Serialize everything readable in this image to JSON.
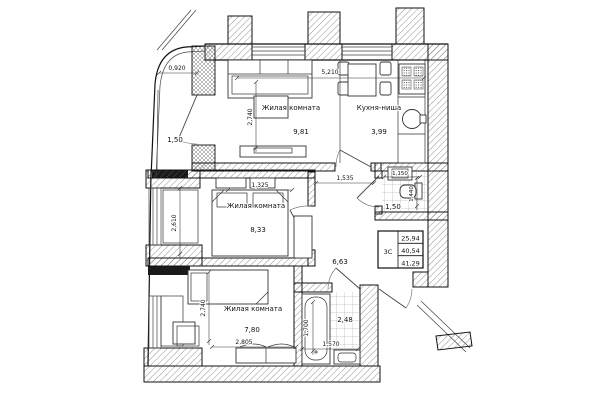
{
  "rooms": {
    "living": {
      "name": "Жилая комната",
      "area": "9,81"
    },
    "kitchen": {
      "name": "Кухня-ниша",
      "area": "3,99"
    },
    "bedroom1": {
      "name": "Жилая комната",
      "area": "8,33"
    },
    "bedroom2": {
      "name": "Жилая комната",
      "area": "7,80"
    },
    "hall": {
      "area": "6,63"
    },
    "wc": {
      "area": "1,50"
    },
    "bath": {
      "area": "2,48"
    },
    "balcony": {
      "area": "1,50"
    }
  },
  "dimensions": {
    "balcony_width": "0,920",
    "living_width": "5,210",
    "living_depth": "2,740",
    "bed1_niche": "1,325",
    "bed1_depth": "2,610",
    "hall_width": "1,535",
    "wc_width": "1,150",
    "wc_depth": "1,440",
    "bed2_depth": "2,740",
    "bed2_width": "2,805",
    "bath_length": "1,700",
    "bath_width": "1,570"
  },
  "info_table": {
    "unit_type": "3С",
    "rows": [
      "25,94",
      "40,54",
      "41,29"
    ]
  }
}
